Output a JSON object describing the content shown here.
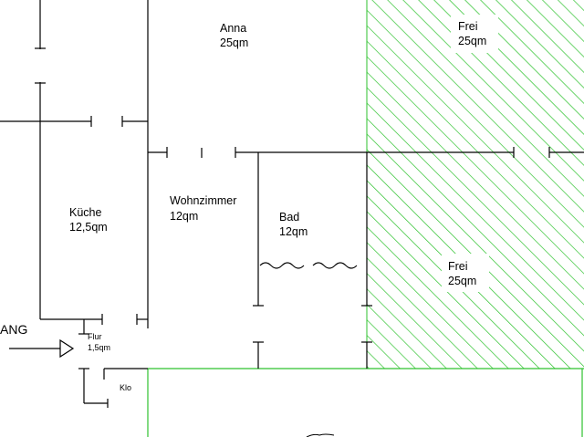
{
  "colors": {
    "wall": "#000000",
    "free_area": "#2ec22e",
    "background": "#ffffff"
  },
  "entry": {
    "label": "ANG"
  },
  "rooms": {
    "anna": {
      "name": "Anna",
      "area": "25qm"
    },
    "frei_top": {
      "name": "Frei",
      "area": "25qm"
    },
    "kueche": {
      "name": "Küche",
      "area": "12,5qm"
    },
    "wohnzimmer": {
      "name": "Wohnzimmer",
      "area": "12qm"
    },
    "bad": {
      "name": "Bad",
      "area": "12qm"
    },
    "frei_bottom": {
      "name": "Frei",
      "area": "25qm"
    },
    "flur": {
      "name": "Flur",
      "area": "1,5qm"
    },
    "klo": {
      "name": "Klo"
    }
  }
}
